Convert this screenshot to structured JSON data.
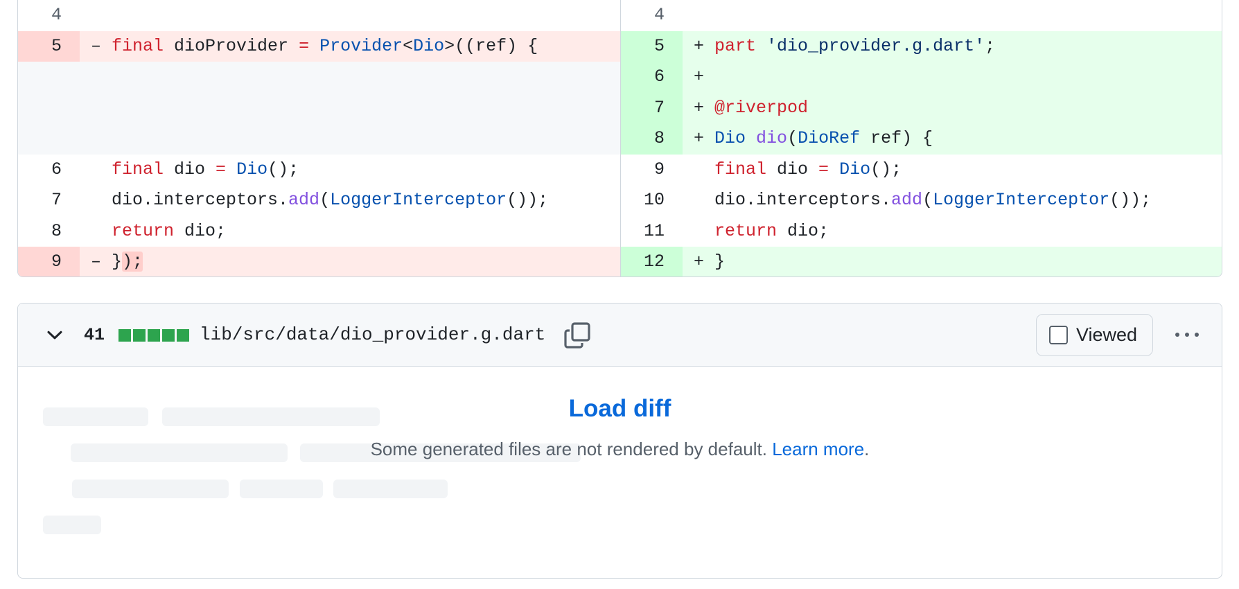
{
  "diff": {
    "left": [
      {
        "num": "4",
        "type": "ctx",
        "tokens": []
      },
      {
        "num": "5",
        "type": "del",
        "tokens": [
          {
            "t": "– ",
            "c": ""
          },
          {
            "t": "final",
            "c": "kw"
          },
          {
            "t": " dioProvider ",
            "c": ""
          },
          {
            "t": "=",
            "c": "kw"
          },
          {
            "t": " ",
            "c": ""
          },
          {
            "t": "Provider",
            "c": "ty"
          },
          {
            "t": "<",
            "c": ""
          },
          {
            "t": "Dio",
            "c": "ty"
          },
          {
            "t": ">((ref) {",
            "c": ""
          }
        ]
      },
      {
        "num": "",
        "type": "empty",
        "tokens": []
      },
      {
        "num": "",
        "type": "empty",
        "tokens": []
      },
      {
        "num": "",
        "type": "empty",
        "tokens": []
      },
      {
        "num": "6",
        "type": "ctx",
        "tokens": [
          {
            "t": "  ",
            "c": ""
          },
          {
            "t": "final",
            "c": "kw"
          },
          {
            "t": " dio ",
            "c": ""
          },
          {
            "t": "=",
            "c": "kw"
          },
          {
            "t": " ",
            "c": ""
          },
          {
            "t": "Dio",
            "c": "ty"
          },
          {
            "t": "();",
            "c": ""
          }
        ]
      },
      {
        "num": "7",
        "type": "ctx",
        "tokens": [
          {
            "t": "  dio.interceptors.",
            "c": ""
          },
          {
            "t": "add",
            "c": "fn"
          },
          {
            "t": "(",
            "c": ""
          },
          {
            "t": "LoggerInterceptor",
            "c": "ty"
          },
          {
            "t": "());",
            "c": ""
          }
        ]
      },
      {
        "num": "8",
        "type": "ctx",
        "tokens": [
          {
            "t": "  ",
            "c": ""
          },
          {
            "t": "return",
            "c": "kw"
          },
          {
            "t": " dio;",
            "c": ""
          }
        ]
      },
      {
        "num": "9",
        "type": "del",
        "tokens": [
          {
            "t": "– }",
            "c": ""
          },
          {
            "t": ");",
            "c": "hl"
          }
        ]
      }
    ],
    "right": [
      {
        "num": "4",
        "type": "ctx",
        "tokens": []
      },
      {
        "num": "5",
        "type": "add",
        "tokens": [
          {
            "t": "+ ",
            "c": ""
          },
          {
            "t": "part",
            "c": "kw"
          },
          {
            "t": " ",
            "c": ""
          },
          {
            "t": "'dio_provider.g.dart'",
            "c": "st"
          },
          {
            "t": ";",
            "c": ""
          }
        ]
      },
      {
        "num": "6",
        "type": "add",
        "tokens": [
          {
            "t": "+",
            "c": ""
          }
        ]
      },
      {
        "num": "7",
        "type": "add",
        "tokens": [
          {
            "t": "+ ",
            "c": ""
          },
          {
            "t": "@riverpod",
            "c": "kw"
          }
        ]
      },
      {
        "num": "8",
        "type": "add",
        "tokens": [
          {
            "t": "+ ",
            "c": ""
          },
          {
            "t": "Dio",
            "c": "ty"
          },
          {
            "t": " ",
            "c": ""
          },
          {
            "t": "dio",
            "c": "fn"
          },
          {
            "t": "(",
            "c": ""
          },
          {
            "t": "DioRef",
            "c": "ty"
          },
          {
            "t": " ref) {",
            "c": ""
          }
        ]
      },
      {
        "num": "9",
        "type": "ctx",
        "tokens": [
          {
            "t": "  ",
            "c": ""
          },
          {
            "t": "final",
            "c": "kw"
          },
          {
            "t": " dio ",
            "c": ""
          },
          {
            "t": "=",
            "c": "kw"
          },
          {
            "t": " ",
            "c": ""
          },
          {
            "t": "Dio",
            "c": "ty"
          },
          {
            "t": "();",
            "c": ""
          }
        ]
      },
      {
        "num": "10",
        "type": "ctx",
        "tokens": [
          {
            "t": "  dio.interceptors.",
            "c": ""
          },
          {
            "t": "add",
            "c": "fn"
          },
          {
            "t": "(",
            "c": ""
          },
          {
            "t": "LoggerInterceptor",
            "c": "ty"
          },
          {
            "t": "());",
            "c": ""
          }
        ]
      },
      {
        "num": "11",
        "type": "ctx",
        "tokens": [
          {
            "t": "  ",
            "c": ""
          },
          {
            "t": "return",
            "c": "kw"
          },
          {
            "t": " dio;",
            "c": ""
          }
        ]
      },
      {
        "num": "12",
        "type": "add",
        "tokens": [
          {
            "t": "+ }",
            "c": ""
          }
        ]
      }
    ]
  },
  "file": {
    "changes": "41",
    "diffstat_blocks": 5,
    "diffstat_color": "#2da44e",
    "path": "lib/src/data/dio_provider.g.dart",
    "icons": {
      "collapse": "chevron-down-icon",
      "copy": "copy-icon",
      "more": "kebab-horizontal-icon"
    },
    "viewed_label": "Viewed",
    "viewed_checked": false
  },
  "body": {
    "load_label": "Load diff",
    "message": "Some generated files are not rendered by default.",
    "learn_more": "Learn more",
    "message_end": "."
  }
}
